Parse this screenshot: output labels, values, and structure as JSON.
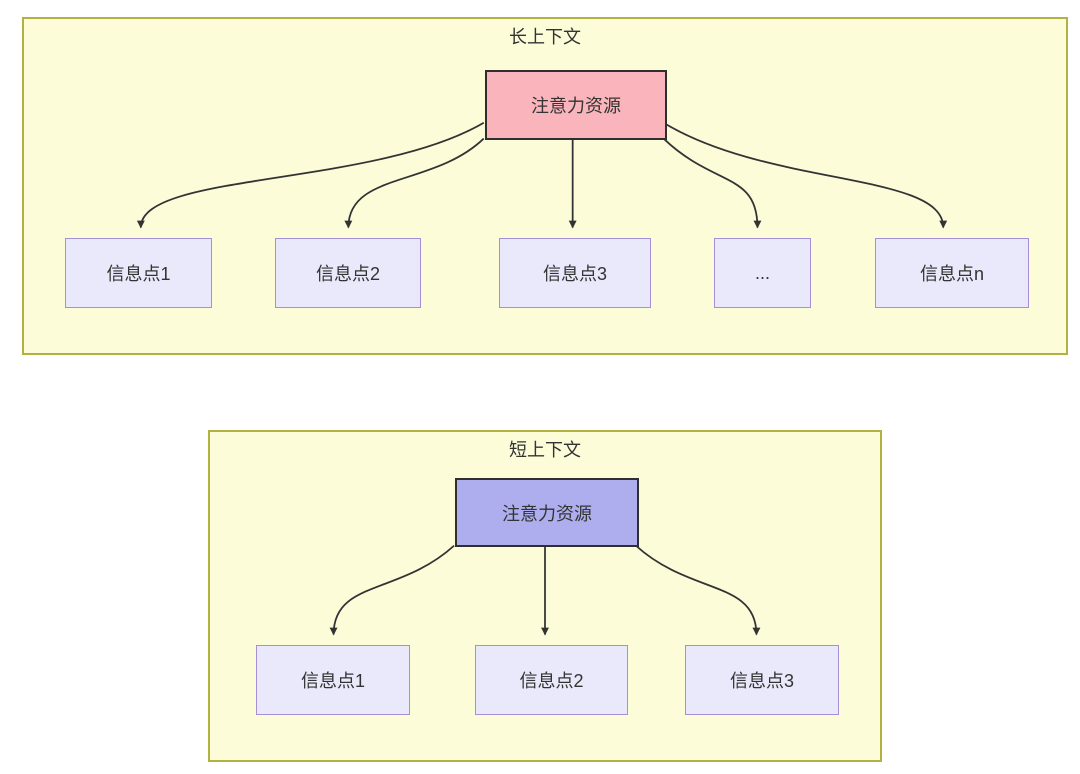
{
  "colors": {
    "container_fill": "#fcfcd9",
    "container_border": "#b2b242",
    "long_attention_fill": "#f9b5bb",
    "short_attention_fill": "#aeaeef",
    "attention_border": "#2f2f2f",
    "info_fill": "#e9e9fb",
    "info_border": "#a48fd8",
    "arrow": "#333333",
    "text": "#333333"
  },
  "long_context": {
    "title": "长上下文",
    "attention_label": "注意力资源",
    "info_points": [
      "信息点1",
      "信息点2",
      "信息点3",
      "...",
      "信息点n"
    ]
  },
  "short_context": {
    "title": "短上下文",
    "attention_label": "注意力资源",
    "info_points": [
      "信息点1",
      "信息点2",
      "信息点3"
    ]
  }
}
